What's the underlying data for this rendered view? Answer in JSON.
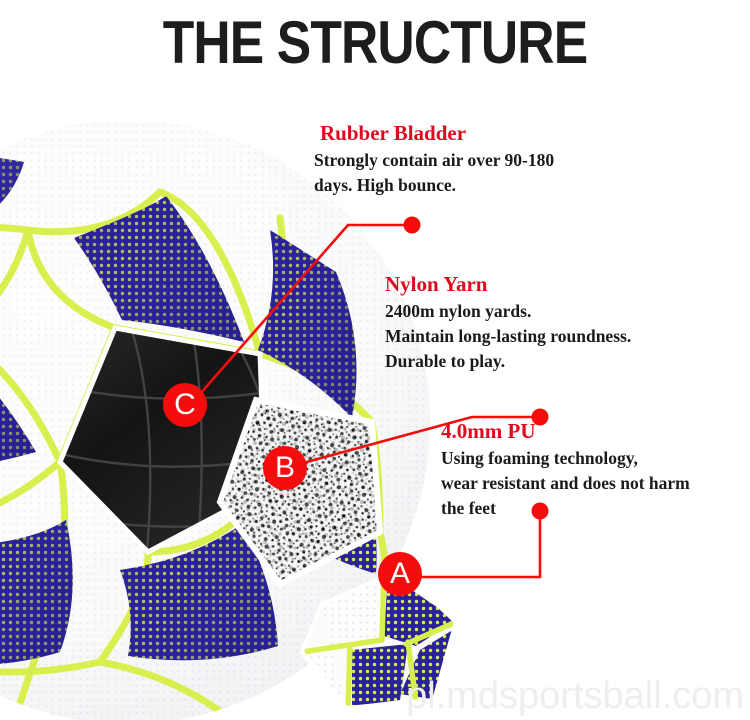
{
  "page": {
    "title": "THE STRUCTURE",
    "background_color": "#ffffff",
    "accent_red": "#e00a1e",
    "marker_red": "#f50c0c",
    "title_color": "#1d1d1d",
    "body_color": "#1a1a1a"
  },
  "watermark": {
    "text": "pl.mdsportsball.com",
    "color": "#eeeeee"
  },
  "callouts": [
    {
      "marker": "A",
      "heading": "4.0mm PU",
      "lines": [
        "Using foaming technology,",
        "wear resistant and does not harm",
        "the feet"
      ]
    },
    {
      "marker": "B",
      "heading": "Nylon Yarn",
      "lines": [
        "2400m nylon yards.",
        "Maintain long-lasting  roundness.",
        "Durable to play."
      ]
    },
    {
      "marker": "C",
      "heading": "Rubber Bladder",
      "lines": [
        "Strongly contain air over 90-180",
        "days. High bounce."
      ]
    }
  ],
  "product": {
    "name": "soccer-ball-cutaway",
    "panel_white": "#fdfdfd",
    "panel_blue": "#2a229b",
    "dot_yellow": "#d6ea4b",
    "seam_yellow": "#d8ef4e",
    "bladder_black": "#151515"
  }
}
